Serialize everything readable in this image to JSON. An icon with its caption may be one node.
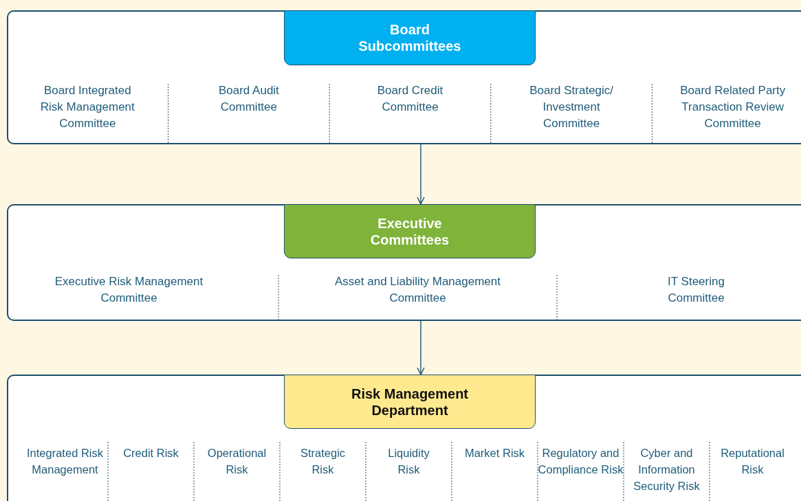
{
  "diagram": {
    "nodes": [
      {
        "text": [],
        "shape": "box"
      },
      {
        "text": [
          "Board Subcommittees"
        ],
        "in": 0
      },
      {
        "text": [],
        "shape": "box"
      },
      {
        "text": [
          "Executive Committees"
        ],
        "in": 2
      },
      {
        "text": [],
        "shape": "box"
      },
      {
        "text": [
          "Risk Management Department"
        ],
        "in": 4
      }
    ],
    "edges": [
      {
        "from": 0,
        "to": 2,
        "arrow": "to"
      },
      {
        "from": 2,
        "to": 4,
        "arrow": "to"
      }
    ],
    "labels": [
      "Board Integrated Risk Management Committee",
      "Board Audit Committee",
      "Board Credit Committee",
      "Board Strategic/ Investment Committee",
      "Board Related Party Transaction Review Committee",
      "Executive Risk Management Committee",
      "Asset and Liability Management Committee",
      "IT Steering Committee",
      "Integrated Risk Management",
      "Credit Risk",
      "Operational Risk",
      "Strategic Risk",
      "Liquidity Risk",
      "Market Risk",
      "Regulatory and Compliance Risk",
      "Cyber and Information Security Risk",
      "Reputational Risk"
    ]
  }
}
